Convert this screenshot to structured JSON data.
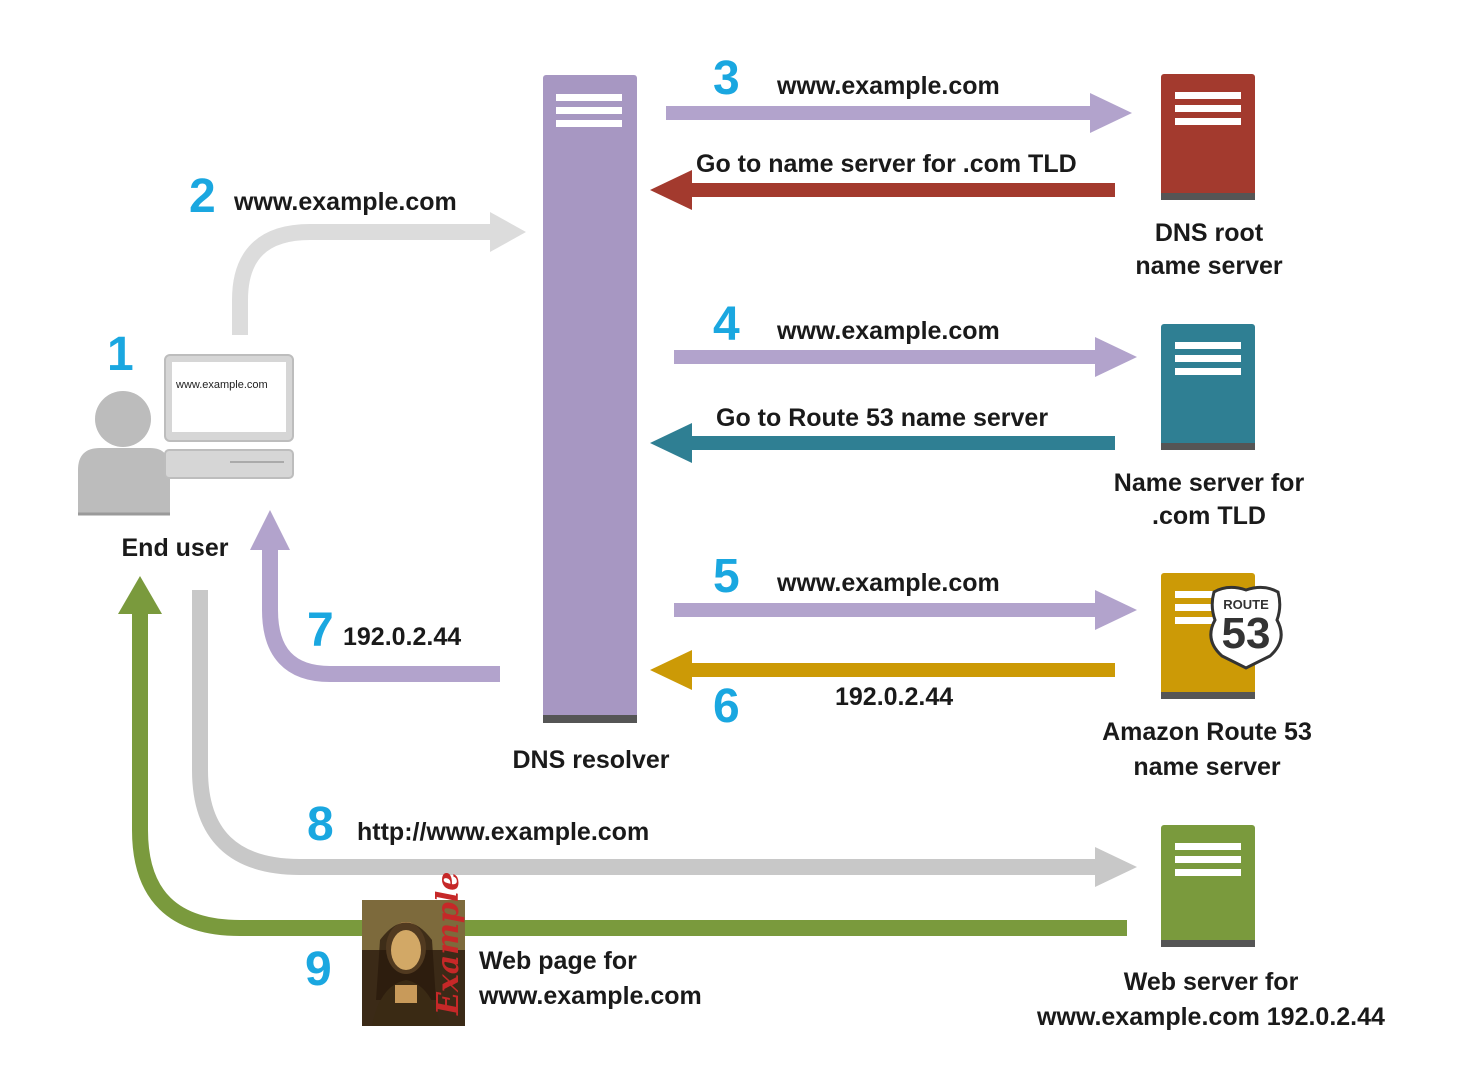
{
  "nodes": {
    "end_user": "End user",
    "screen_text": "www.example.com",
    "dns_resolver": "DNS resolver",
    "root_server": [
      "DNS root",
      "name server"
    ],
    "tld_server": [
      "Name server for",
      ".com TLD"
    ],
    "route53_server": [
      "Amazon Route 53",
      "name server"
    ],
    "route53_badge": {
      "top": "ROUTE",
      "number": "53"
    },
    "web_server": [
      "Web server for",
      "www.example.com 192.0.2.44"
    ],
    "web_page": [
      "Web page for",
      "www.example.com"
    ],
    "thumbnail_text": "Example"
  },
  "steps": [
    {
      "num": "1",
      "label": ""
    },
    {
      "num": "2",
      "label": "www.example.com"
    },
    {
      "num": "3",
      "label": "www.example.com",
      "reply": "Go to name server for .com TLD"
    },
    {
      "num": "4",
      "label": "www.example.com",
      "reply": "Go to Route 53 name server"
    },
    {
      "num": "5",
      "label": "www.example.com"
    },
    {
      "num": "6",
      "label": "192.0.2.44"
    },
    {
      "num": "7",
      "label": "192.0.2.44"
    },
    {
      "num": "8",
      "label": "http://www.example.com"
    },
    {
      "num": "9",
      "label": ""
    }
  ],
  "colors": {
    "step_number": "#1aa7e0",
    "resolver": "#a797c2",
    "root": "#a33a2e",
    "tld": "#2f7f93",
    "route53": "#cc9a06",
    "web": "#7a9a3d",
    "gray_arrow": "#c8c8c8",
    "purple_arrow": "#b2a3cc",
    "green_arrow": "#7a9a3d"
  }
}
